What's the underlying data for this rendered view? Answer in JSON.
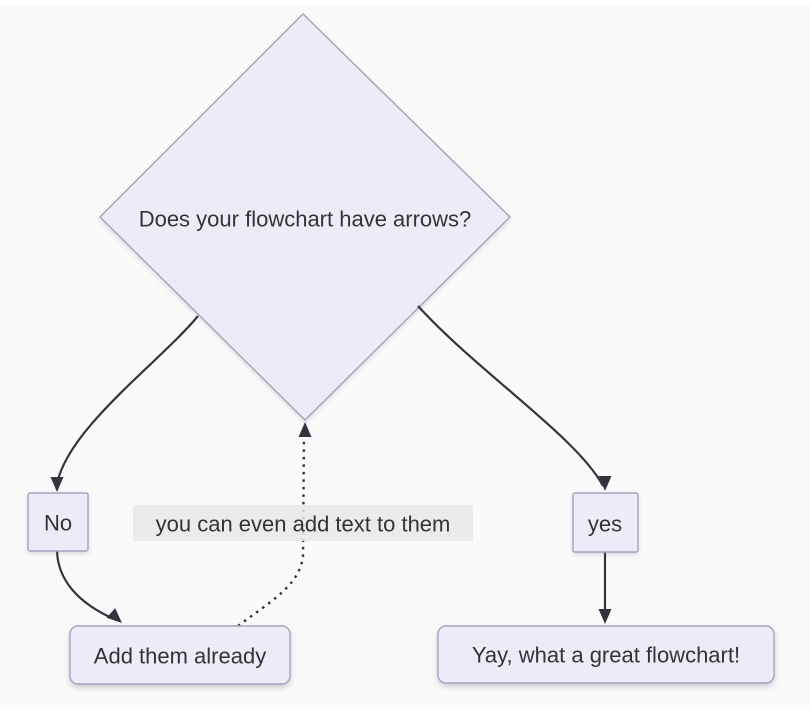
{
  "diagram": {
    "type": "flowchart",
    "nodes": {
      "decision": {
        "label": "Does your flowchart have arrows?",
        "shape": "diamond"
      },
      "no": {
        "label": "No",
        "shape": "square"
      },
      "yes": {
        "label": "yes",
        "shape": "square"
      },
      "add": {
        "label": "Add them already",
        "shape": "rounded-rect"
      },
      "yay": {
        "label": "Yay, what a great flowchart!",
        "shape": "rounded-rect"
      }
    },
    "edges": [
      {
        "from": "decision",
        "to": "no",
        "style": "solid",
        "label": ""
      },
      {
        "from": "decision",
        "to": "yes",
        "style": "solid",
        "label": ""
      },
      {
        "from": "no",
        "to": "add",
        "style": "solid",
        "label": ""
      },
      {
        "from": "yes",
        "to": "yay",
        "style": "solid",
        "label": ""
      },
      {
        "from": "add",
        "to": "decision",
        "style": "dotted",
        "label": "you can even add text to them"
      }
    ],
    "colors": {
      "background": "#fbfafa",
      "node_fill": "#ececf9",
      "node_border": "#a6a2bd",
      "edge": "#35333e",
      "text": "#333333",
      "label_bg": "#e8e8e8"
    }
  }
}
